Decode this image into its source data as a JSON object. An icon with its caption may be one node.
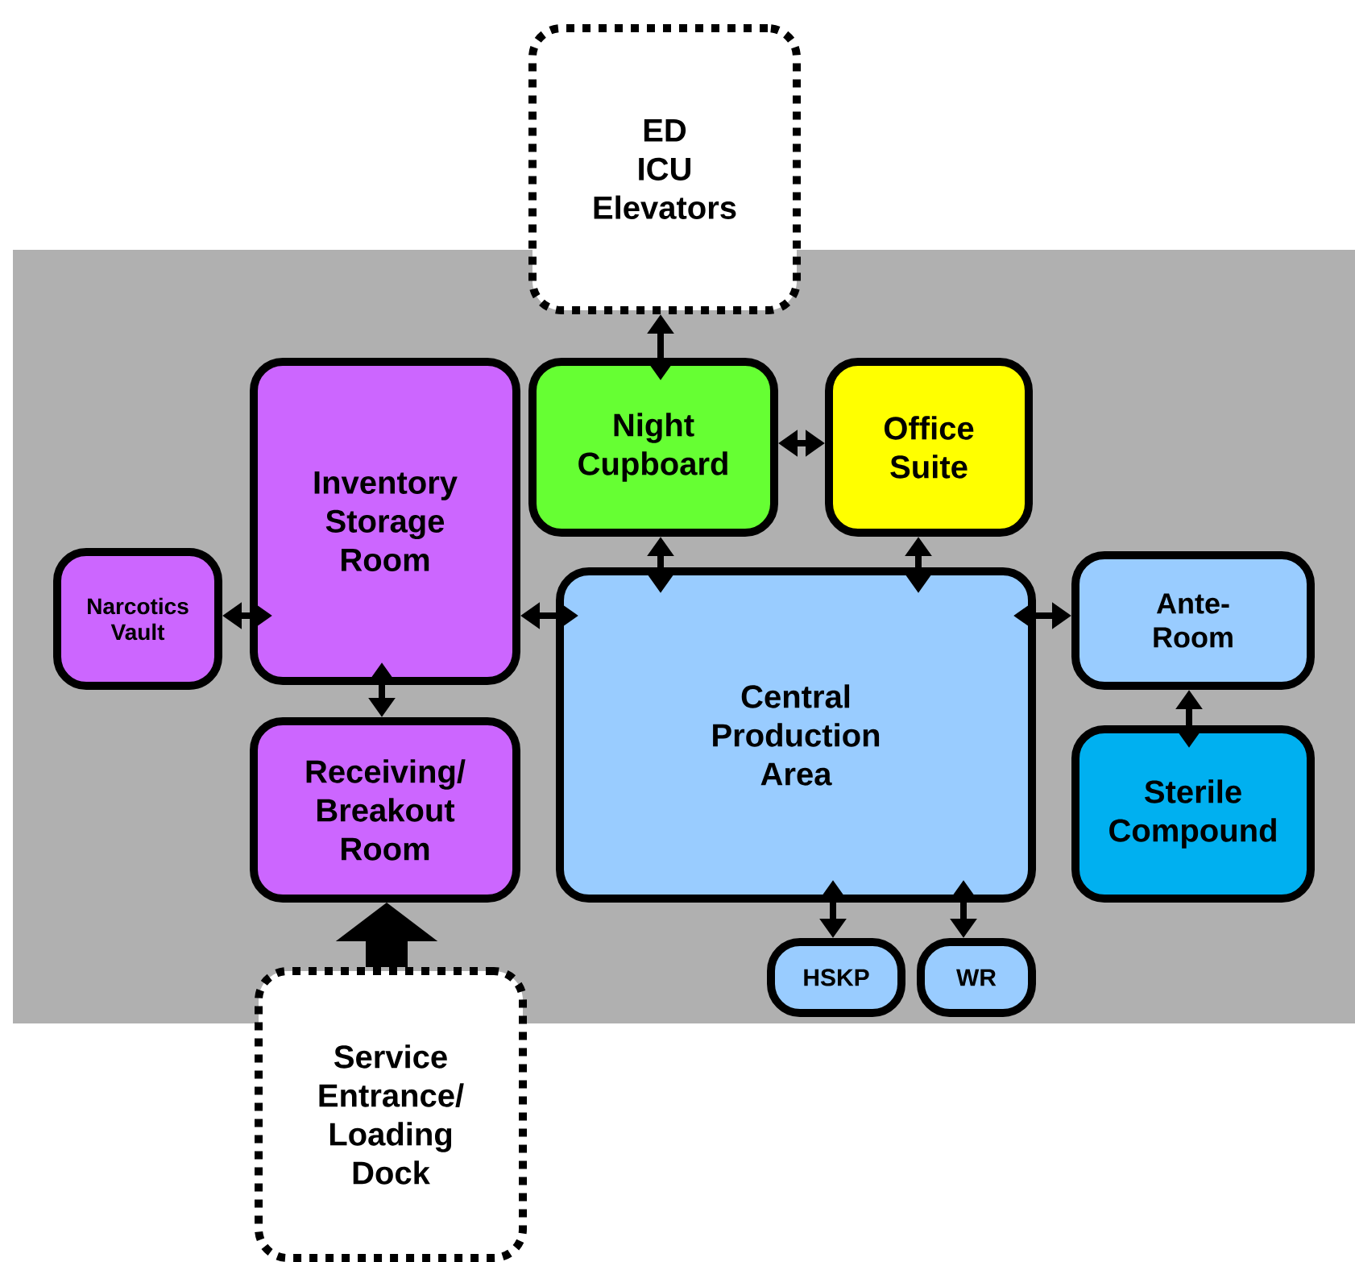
{
  "diagram": {
    "nodes": [
      {
        "text": [
          "ED ICU Elevators"
        ]
      },
      {
        "text": [
          "Inventory Storage Room"
        ]
      },
      {
        "text": [
          "Night Cupboard"
        ]
      },
      {
        "text": [
          "Office Suite"
        ]
      },
      {
        "text": [
          "Narcotics Vault"
        ]
      },
      {
        "text": [
          "Central Production Area"
        ]
      },
      {
        "text": [
          "Ante-Room"
        ]
      },
      {
        "text": [
          "Receiving/ Breakout Room"
        ]
      },
      {
        "text": [
          "Sterile Compound"
        ]
      },
      {
        "text": [
          "HSKP"
        ]
      },
      {
        "text": [
          "WR"
        ]
      },
      {
        "text": [
          "Service Entrance/ Loading Dock"
        ]
      }
    ],
    "edges": [
      {
        "from": 0,
        "to": 2,
        "arrow": "both"
      },
      {
        "from": 2,
        "to": 3,
        "arrow": "both"
      },
      {
        "from": 2,
        "to": 5,
        "arrow": "both"
      },
      {
        "from": 3,
        "to": 5,
        "arrow": "both"
      },
      {
        "from": 4,
        "to": 1,
        "arrow": "both"
      },
      {
        "from": 1,
        "to": 5,
        "arrow": "both"
      },
      {
        "from": 1,
        "to": 7,
        "arrow": "both"
      },
      {
        "from": 5,
        "to": 6,
        "arrow": "both"
      },
      {
        "from": 6,
        "to": 8,
        "arrow": "both"
      },
      {
        "from": 5,
        "to": 9,
        "arrow": "both"
      },
      {
        "from": 5,
        "to": 10,
        "arrow": "both"
      },
      {
        "from": 11,
        "to": 7,
        "arrow": "to",
        "style": "thick"
      }
    ]
  }
}
